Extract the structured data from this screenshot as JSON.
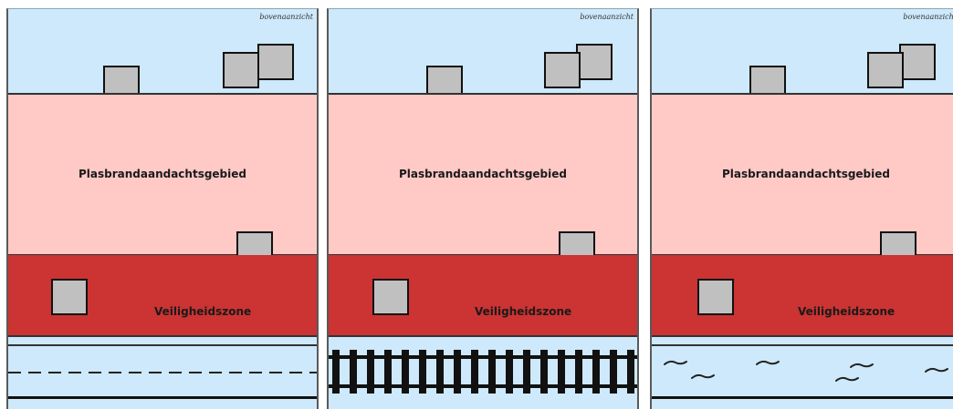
{
  "view_label": "bovenaanzicht",
  "fire_area_label": "Plasbrandaandachtsgebied",
  "safety_zone_label": "Veiligheidszone",
  "colors": {
    "sky": "#cde9fb",
    "fire_area": "#ffc9c6",
    "safety_zone": "#cc3333",
    "building": "#c0c0c0"
  },
  "panels": [
    {
      "infrastructure": "road-icon"
    },
    {
      "infrastructure": "railway-icon"
    },
    {
      "infrastructure": "waterway-icon"
    }
  ]
}
